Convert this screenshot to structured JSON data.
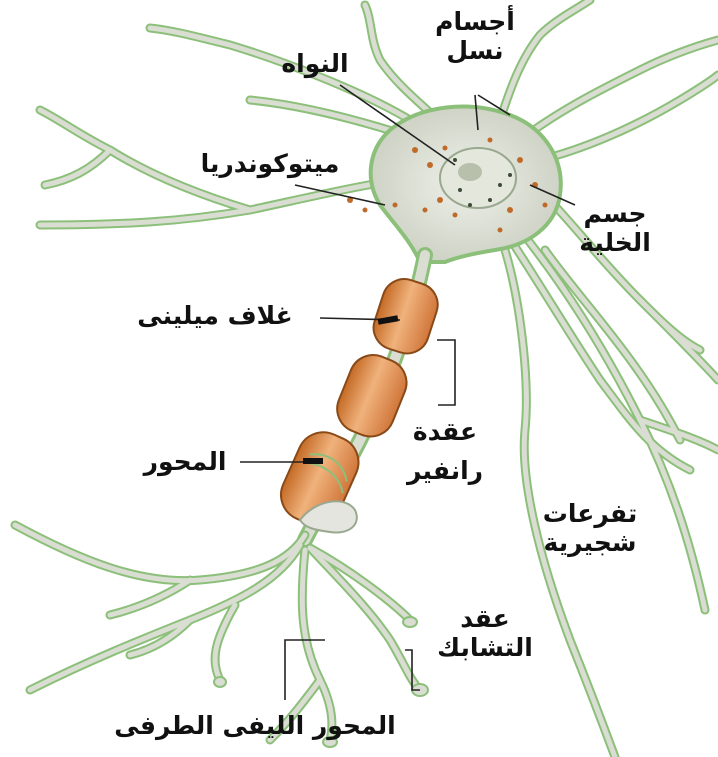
{
  "diagram": {
    "labels": {
      "nissl_1": "أجسام",
      "nissl_2": "نسل",
      "nucleus": "النواه",
      "mitochondria": "ميتوكوندريا",
      "cell_body_1": "جسم",
      "cell_body_2": "الخلية",
      "myelin_sheath": "غلاف ميلينى",
      "ranvier_1": "عقدة",
      "ranvier_2": "رانفير",
      "axon": "المحور",
      "dendrites_1": "تفرعات",
      "dendrites_2": "شجيرية",
      "synaptic_1": "عقد",
      "synaptic_2": "التشابك",
      "axon_terminal": "المحور الليفى الطرفى"
    },
    "colors": {
      "background": "#ffffff",
      "membrane": "#d8dcd0",
      "outline": "#7fb86a",
      "myelin": "#d9843e",
      "myelin_light": "#f3c7a0",
      "organelle": "#c06a2a",
      "text": "#111111"
    }
  }
}
